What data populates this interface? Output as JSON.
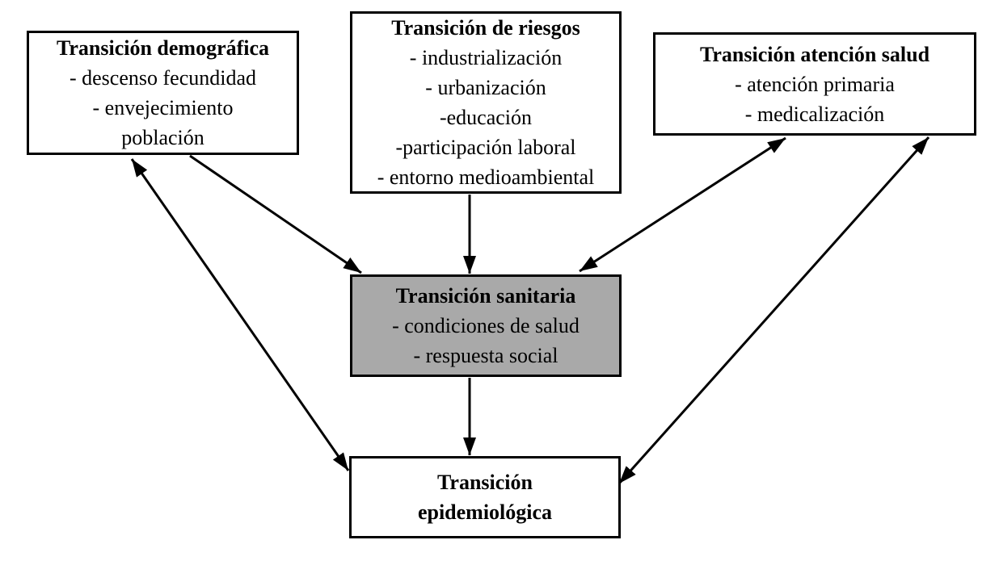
{
  "diagram": {
    "boxes": {
      "demografica": {
        "title": "Transición demográfica",
        "items": [
          "- descenso fecundidad",
          "- envejecimiento",
          "población"
        ]
      },
      "riesgos": {
        "title": "Transición de riesgos",
        "items": [
          "- industrialización",
          "- urbanización",
          "-educación",
          "-participación laboral",
          "- entorno medioambiental"
        ]
      },
      "atencion": {
        "title": "Transición atención salud",
        "items": [
          "- atención primaria",
          "- medicalización"
        ]
      },
      "sanitaria": {
        "title": "Transición sanitaria",
        "items": [
          "- condiciones de salud",
          "- respuesta social"
        ]
      },
      "epidemiologica": {
        "title_lines": [
          "Transición",
          "epidemiológica"
        ]
      }
    },
    "edges": [
      {
        "from": "riesgos",
        "to": "sanitaria",
        "direction": "one-way"
      },
      {
        "from": "demografica",
        "to": "sanitaria",
        "direction": "one-way"
      },
      {
        "from": "atencion",
        "to": "sanitaria",
        "direction": "two-way"
      },
      {
        "from": "sanitaria",
        "to": "epidemiologica",
        "direction": "one-way"
      },
      {
        "from": "demografica",
        "to": "epidemiologica",
        "direction": "two-way"
      },
      {
        "from": "atencion",
        "to": "epidemiologica",
        "direction": "two-way"
      }
    ],
    "colors": {
      "background": "#ffffff",
      "box_border": "#000000",
      "sanitaria_fill": "#a9a9a9",
      "arrow": "#000000",
      "text": "#000000"
    }
  }
}
